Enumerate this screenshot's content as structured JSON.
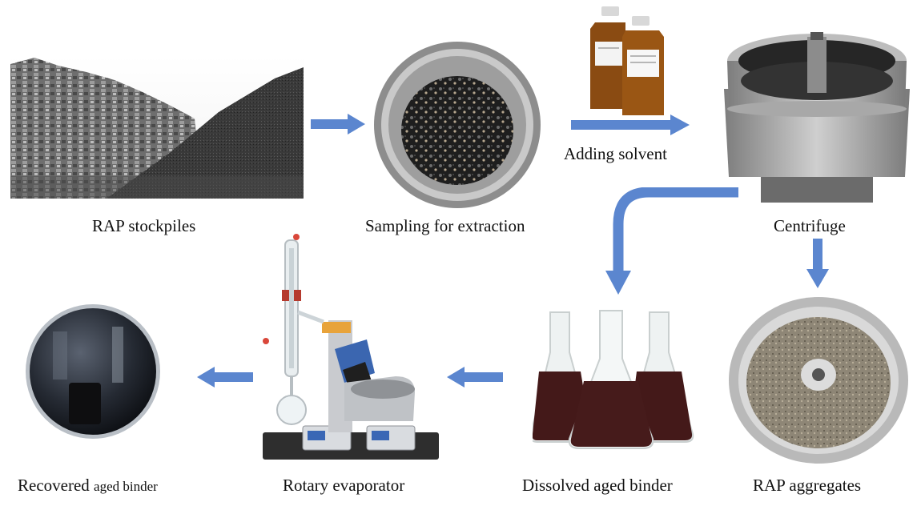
{
  "steps": {
    "rap_stockpiles": "RAP stockpiles",
    "sampling": "Sampling for extraction",
    "adding_solvent": "Adding solvent",
    "centrifuge": "Centrifuge",
    "rap_aggregates": "RAP aggregates",
    "dissolved_binder": "Dissolved aged binder",
    "rotary_evaporator": "Rotary evaporator",
    "recovered_main": "Recovered ",
    "recovered_tail": "aged binder"
  },
  "colors": {
    "arrow": "#5b86cf",
    "asphalt": "#2d2d2d",
    "binder": "#3a0d0d",
    "metal": "#9a9a9a"
  },
  "icons": [
    "stockpile-photo",
    "sample-bowl",
    "solvent-bottles",
    "centrifuge-photo",
    "aggregates-bowl",
    "flasks",
    "rotary-evaporator",
    "binder-disc"
  ]
}
